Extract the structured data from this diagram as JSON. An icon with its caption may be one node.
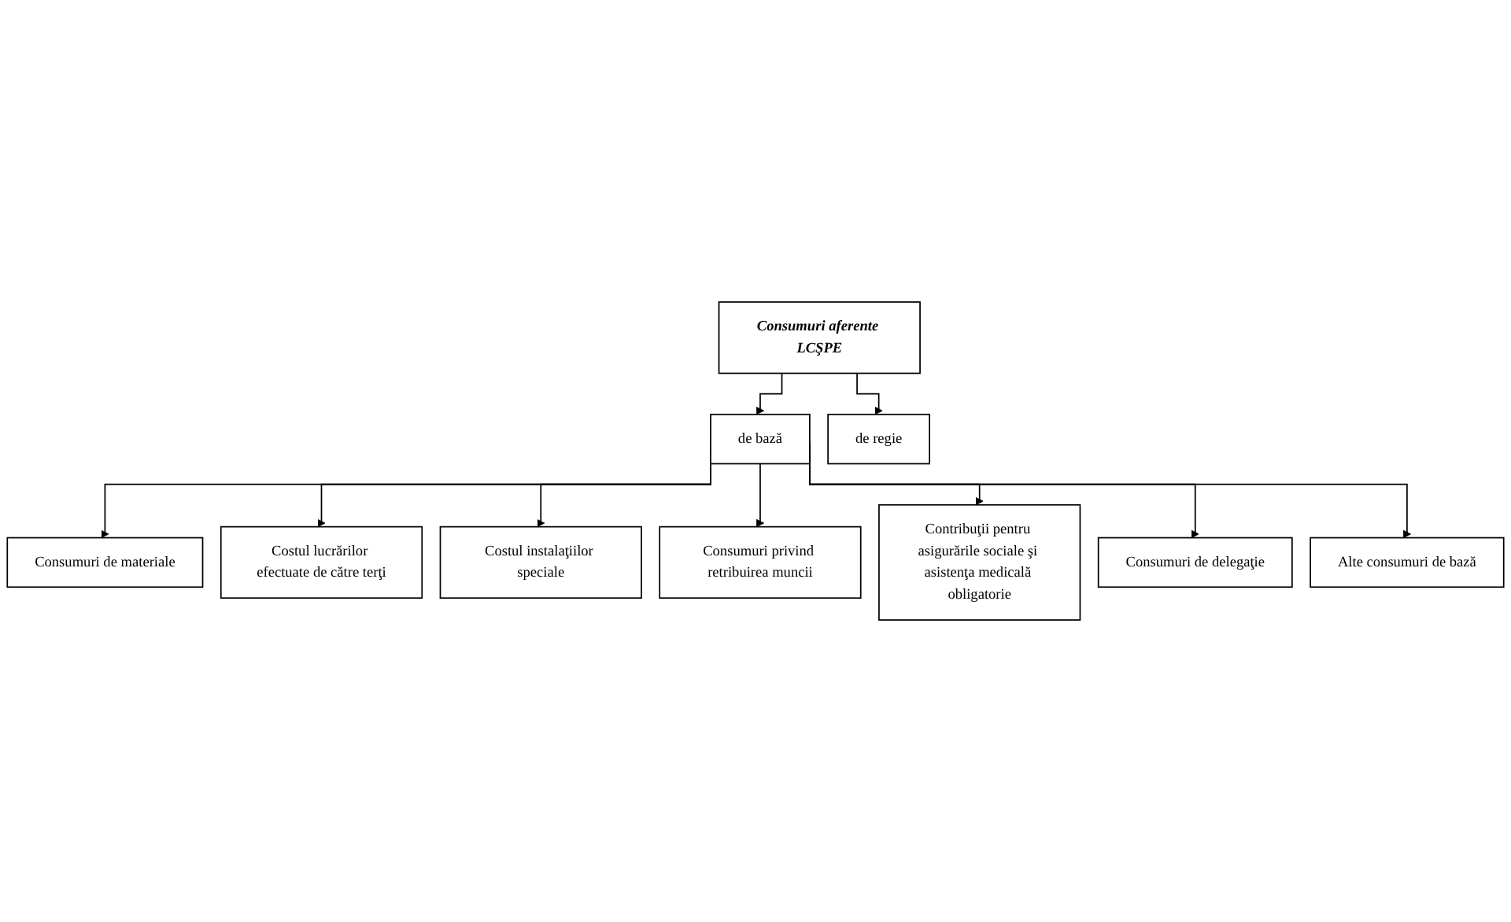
{
  "diagram": {
    "nodes": [
      {
        "text": [
          "Consumuri aferente LCŞPE"
        ]
      },
      {
        "text": [
          "de bază"
        ]
      },
      {
        "text": [
          "de regie"
        ]
      },
      {
        "text": [
          "Consumuri de materiale"
        ]
      },
      {
        "text": [
          "Costul lucrărilor efectuate de către terţi"
        ]
      },
      {
        "text": [
          "Costul instalaţiilor speciale"
        ]
      },
      {
        "text": [
          "Consumuri privind retribuirea muncii"
        ]
      },
      {
        "text": [
          "Contribuţii pentru asigurările sociale şi asistenţa medicală obligatorie"
        ]
      },
      {
        "text": [
          "Consumuri de delegaţie"
        ]
      },
      {
        "text": [
          "Alte consumuri de bază"
        ]
      }
    ],
    "edges": [
      {
        "from": 0,
        "to": 1,
        "arrow": "to"
      },
      {
        "from": 0,
        "to": 2,
        "arrow": "to"
      },
      {
        "from": 1,
        "to": 3,
        "arrow": "to"
      },
      {
        "from": 1,
        "to": 4,
        "arrow": "to"
      },
      {
        "from": 1,
        "to": 5,
        "arrow": "to"
      },
      {
        "from": 1,
        "to": 6,
        "arrow": "to"
      },
      {
        "from": 1,
        "to": 7,
        "arrow": "to"
      },
      {
        "from": 1,
        "to": 8,
        "arrow": "to"
      },
      {
        "from": 1,
        "to": 9,
        "arrow": "to"
      }
    ]
  }
}
